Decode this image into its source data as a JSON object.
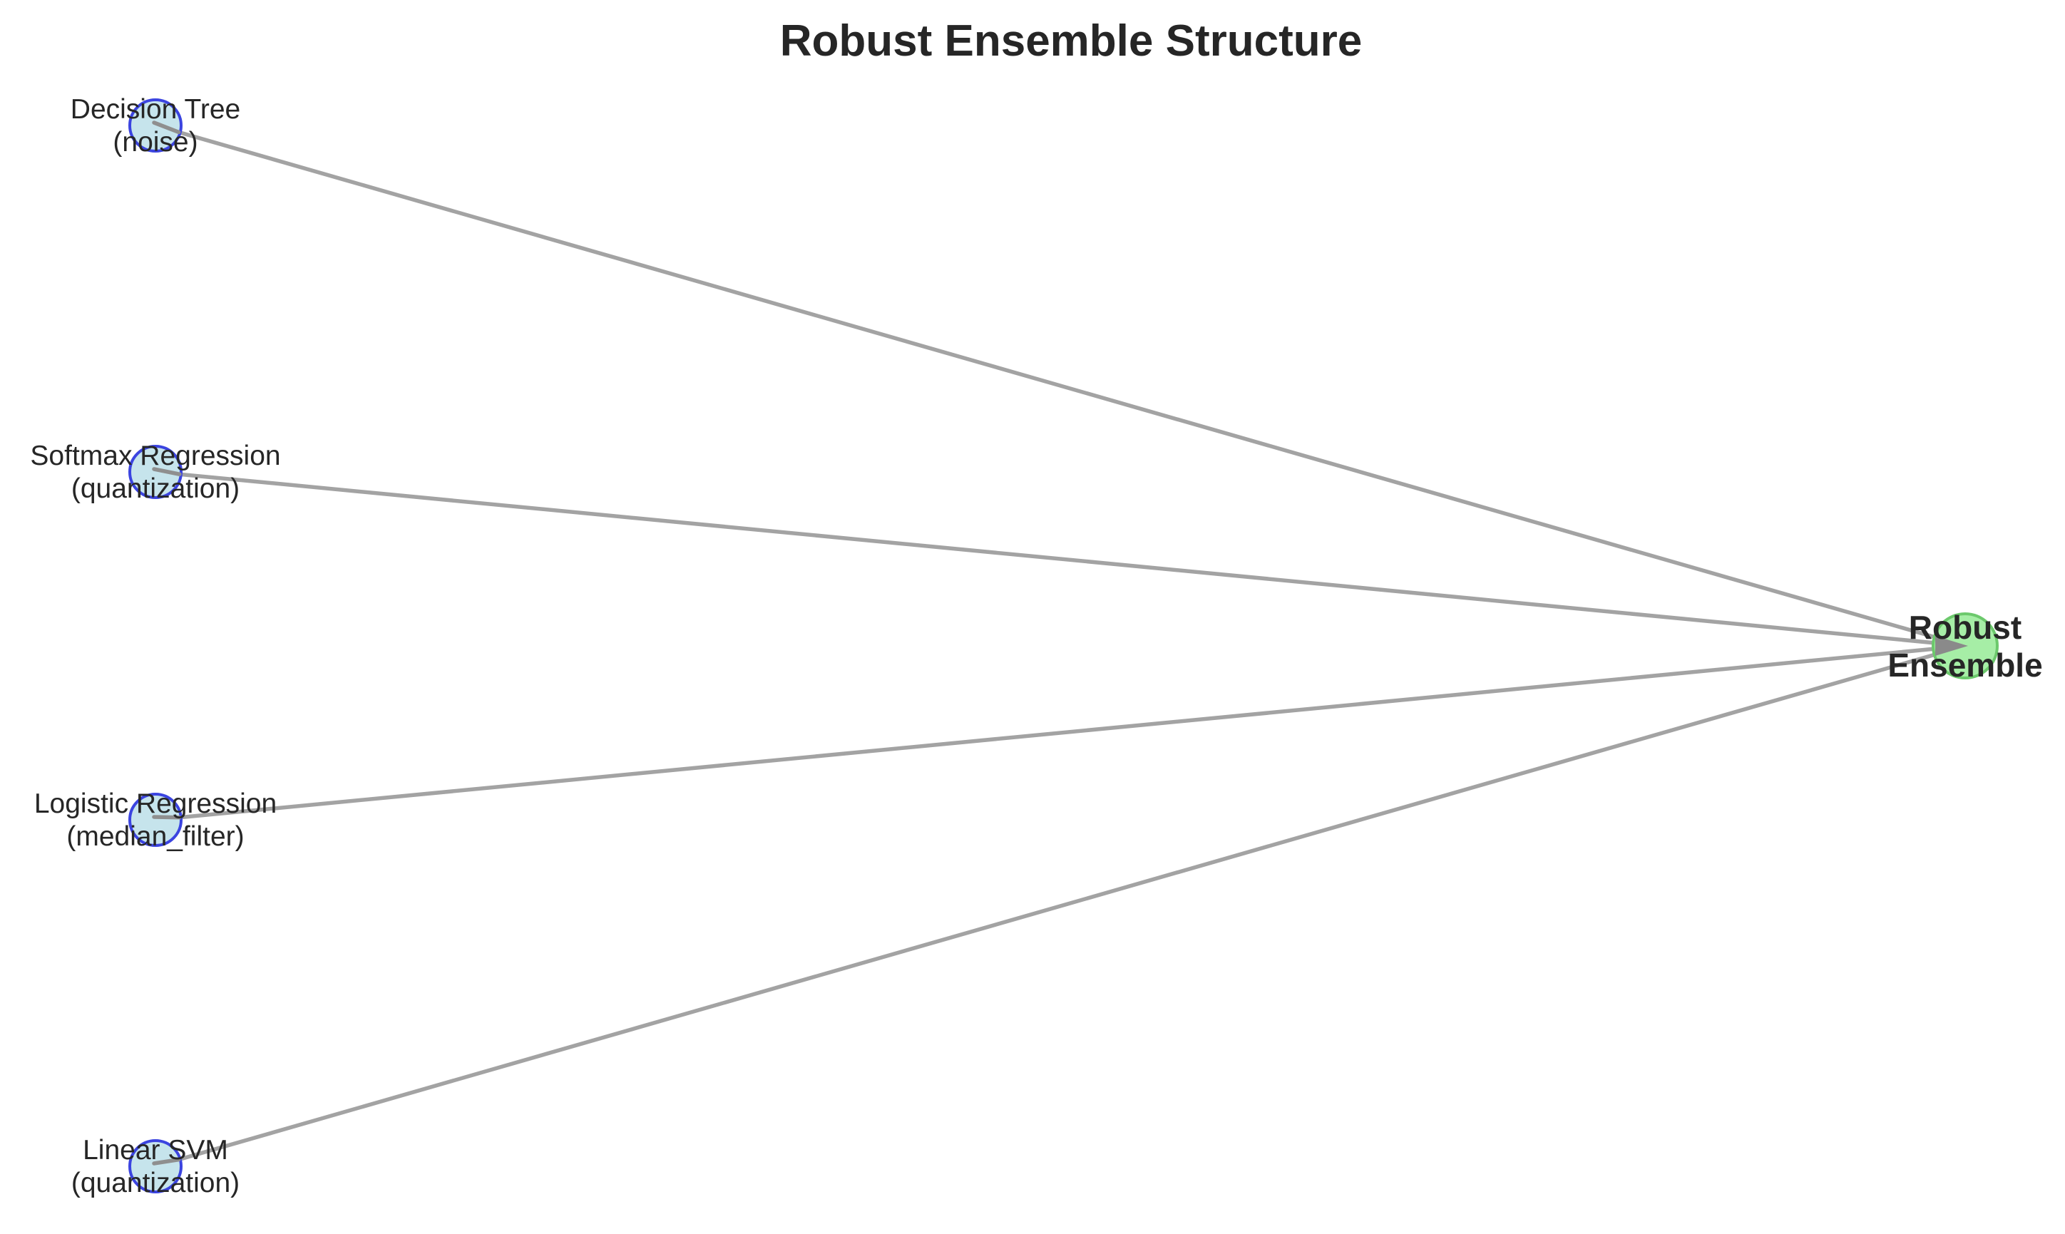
{
  "title": "Robust Ensemble Structure",
  "colors": {
    "source_fill": "#c6e4ec",
    "source_stroke": "#3b44e0",
    "target_fill": "#a6eea6",
    "target_stroke": "#6cc96c",
    "edge": "#a3a3a3"
  },
  "nodes": [
    {
      "id": "decision-tree",
      "line1": "Decision Tree",
      "line2": "(noise)"
    },
    {
      "id": "softmax-regression",
      "line1": "Softmax Regression",
      "line2": "(quantization)"
    },
    {
      "id": "logistic-regression",
      "line1": "Logistic Regression",
      "line2": "(median_filter)"
    },
    {
      "id": "linear-svm",
      "line1": "Linear SVM",
      "line2": "(quantization)"
    }
  ],
  "target": {
    "id": "robust-ensemble",
    "line1": "Robust",
    "line2": "Ensemble"
  }
}
